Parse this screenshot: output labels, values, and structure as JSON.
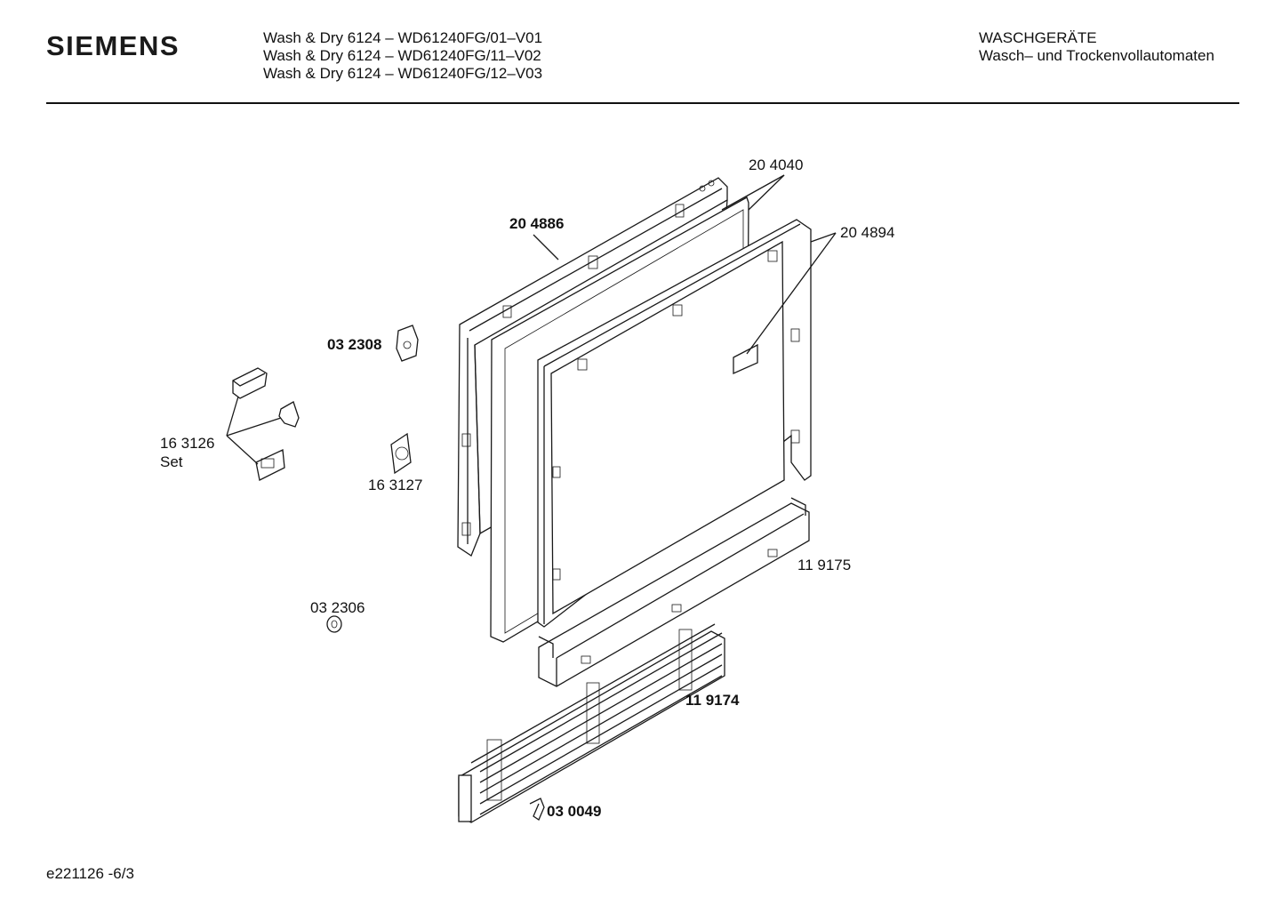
{
  "header": {
    "brand": "SIEMENS",
    "models": [
      "Wash & Dry 6124 – WD61240FG/01–V01",
      "Wash & Dry 6124 – WD61240FG/11–V02",
      "Wash & Dry 6124 – WD61240FG/12–V03"
    ],
    "category": "WASCHGERÄTE",
    "subcategory": "Wasch– und Trockenvollautomaten"
  },
  "parts": {
    "p204040": "20 4040",
    "p204886": "20 4886",
    "p204894": "20 4894",
    "p032308": "03 2308",
    "p163126": "16 3126",
    "p163126_set": "Set",
    "p163127": "16 3127",
    "p119175": "11 9175",
    "p032306": "03 2306",
    "p119174": "11 9174",
    "p030049": "03 0049"
  },
  "footer": {
    "code": "e221126 -6/3"
  }
}
